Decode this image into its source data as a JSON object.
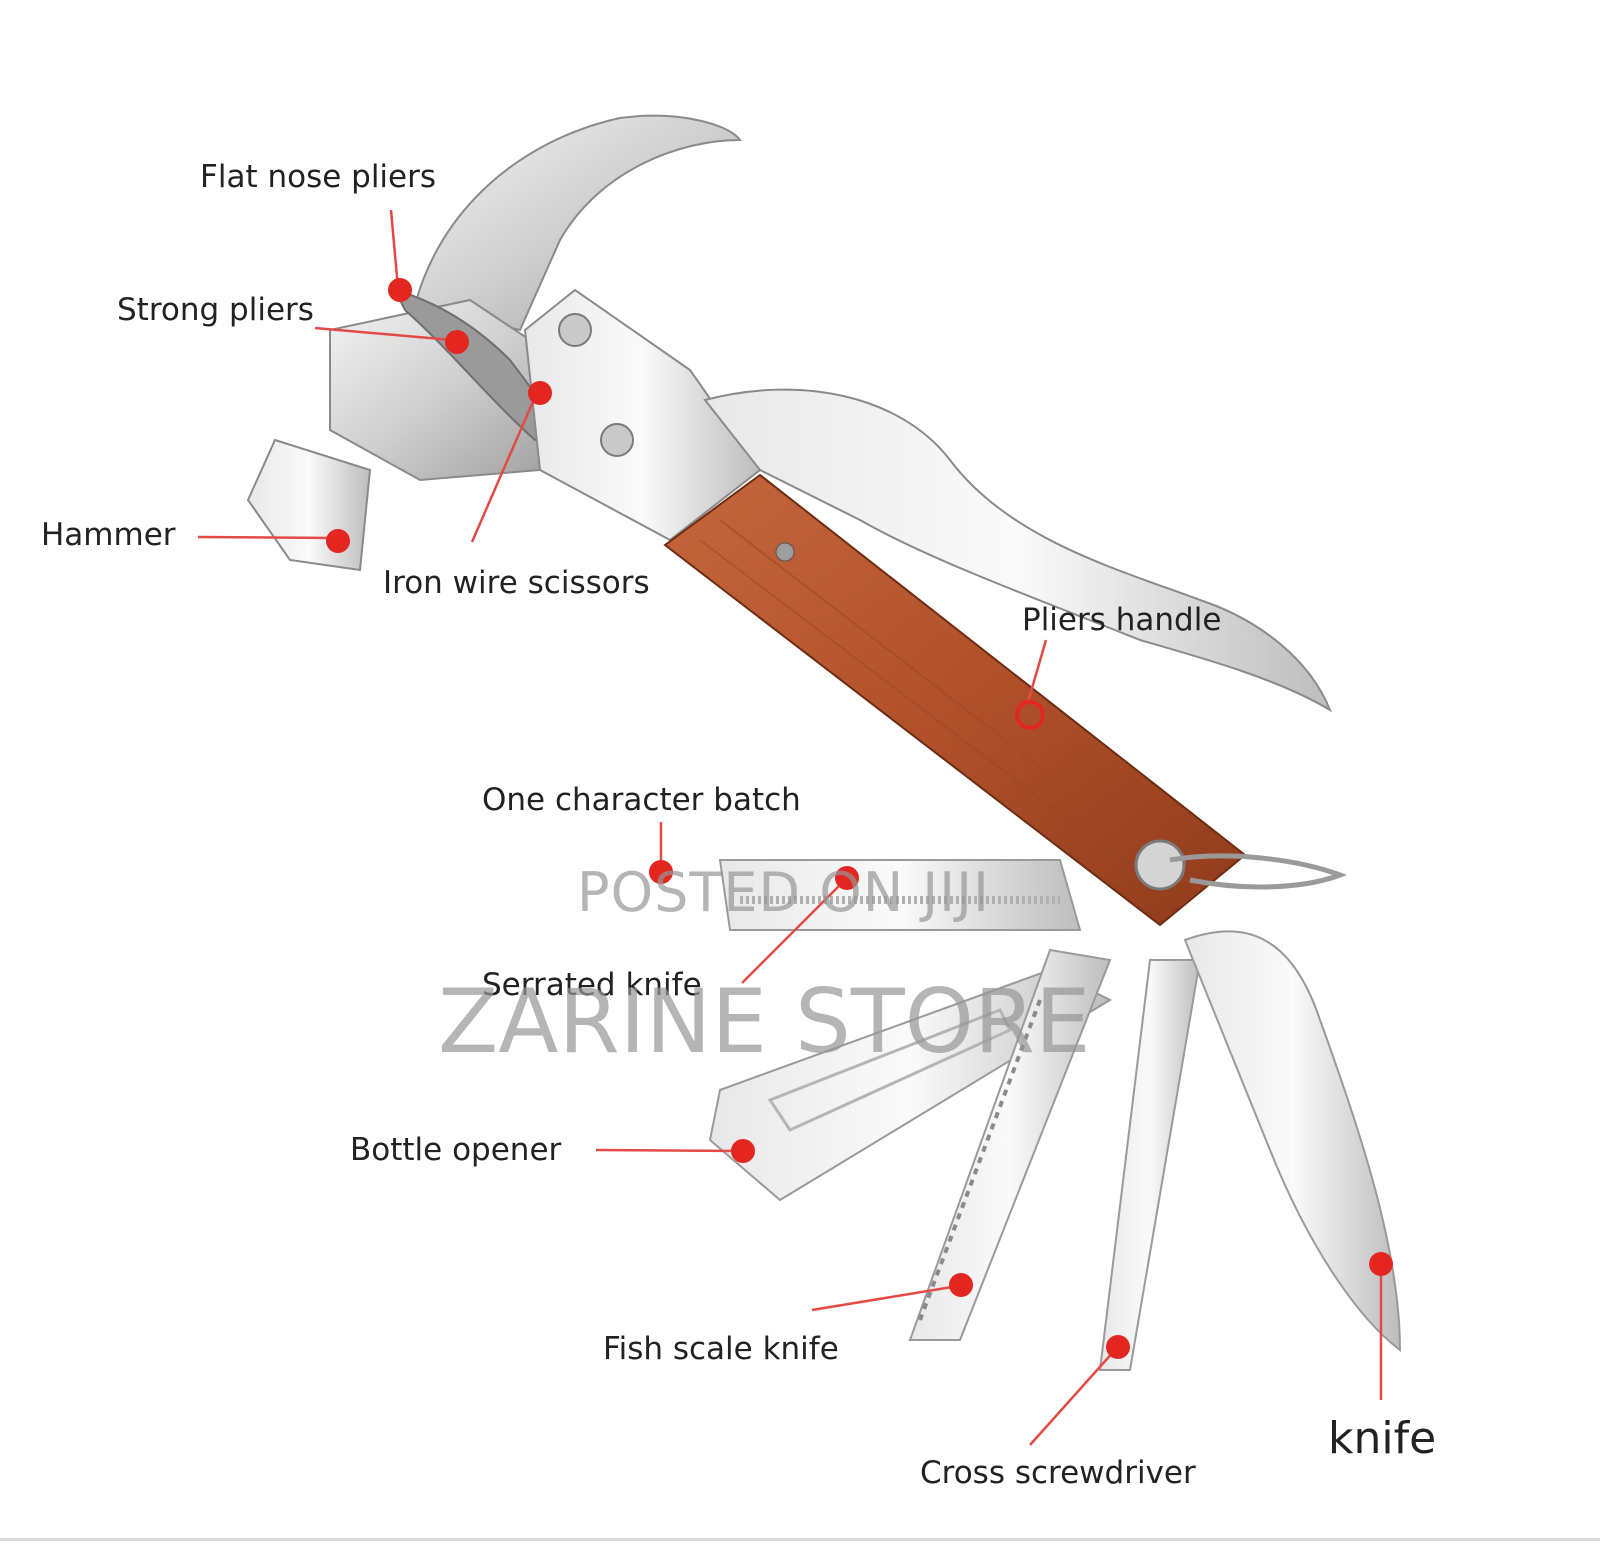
{
  "labels": {
    "flat_nose_pliers": "Flat nose pliers",
    "strong_pliers": "Strong pliers",
    "hammer": "Hammer",
    "iron_wire_scissors": "Iron wire scissors",
    "pliers_handle": "Pliers handle",
    "one_character_batch": "One character batch",
    "serrated_knife": "Serrated knife",
    "bottle_opener": "Bottle opener",
    "fish_scale_knife": "Fish scale knife",
    "cross_screwdriver": "Cross screwdriver",
    "knife": "knife"
  },
  "watermark": {
    "line1": "POSTED ON JIJI",
    "line2": "ZARINE STORE"
  },
  "colors": {
    "marker": "#e32620",
    "leader": "#e44a45",
    "wood": "#b9542c",
    "steel": "#d9d9d9",
    "text": "#222222"
  }
}
